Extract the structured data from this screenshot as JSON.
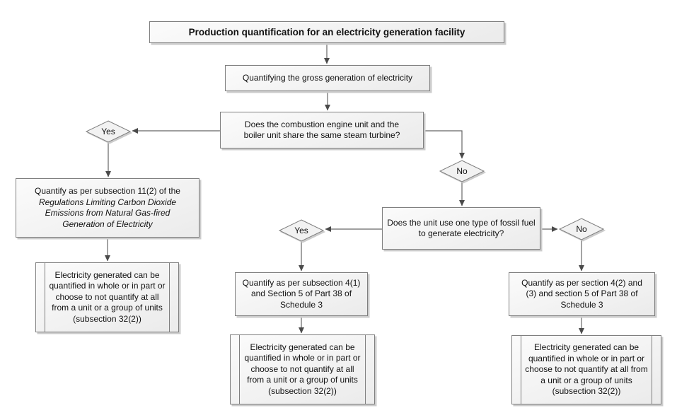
{
  "diagram": {
    "title": "Production quantification for an electricity generation facility",
    "labels": {
      "yes": "Yes",
      "no": "No"
    },
    "nodes": {
      "step_gross": {
        "text": "Quantifying the gross generation of electricity"
      },
      "decision_turbine": {
        "text": "Does the combustion engine unit and the boiler unit share the same steam turbine?"
      },
      "decision_fuel": {
        "text": "Does the unit use one type of fossil fuel to generate electricity?"
      },
      "process_11_2": {
        "text_plain": "Quantify as per subsection 11(2) of the ",
        "text_italic": "Regulations Limiting Carbon Dioxide Emissions from Natural Gas-fired Generation of Electricity"
      },
      "process_4_1": {
        "text": "Quantify as per subsection 4(1) and Section 5 of Part 38 of Schedule 3"
      },
      "process_4_2": {
        "text": "Quantify as per section 4(2) and (3) and section 5 of Part 38 of Schedule 3"
      },
      "outcome_left": {
        "text": "Electricity generated can be quantified in whole or in part or choose to not quantify at all from a unit or a group of units (subsection 32(2))"
      },
      "outcome_middle": {
        "text": "Electricity generated can be quantified in whole or in part or choose to not quantify at all from a unit or a group of units (subsection 32(2))"
      },
      "outcome_right": {
        "text": "Electricity generated can be quantified in whole or in part or choose to not quantify at all from a unit or a group of units (subsection 32(2))"
      }
    },
    "colors": {
      "border": "#7f7f7f",
      "line": "#666666",
      "arrow": "#4a4a4a",
      "shadow": "#cccccc",
      "text": "#111111",
      "fill_top": "#fbfbfb",
      "fill_bottom": "#ebebeb"
    }
  }
}
